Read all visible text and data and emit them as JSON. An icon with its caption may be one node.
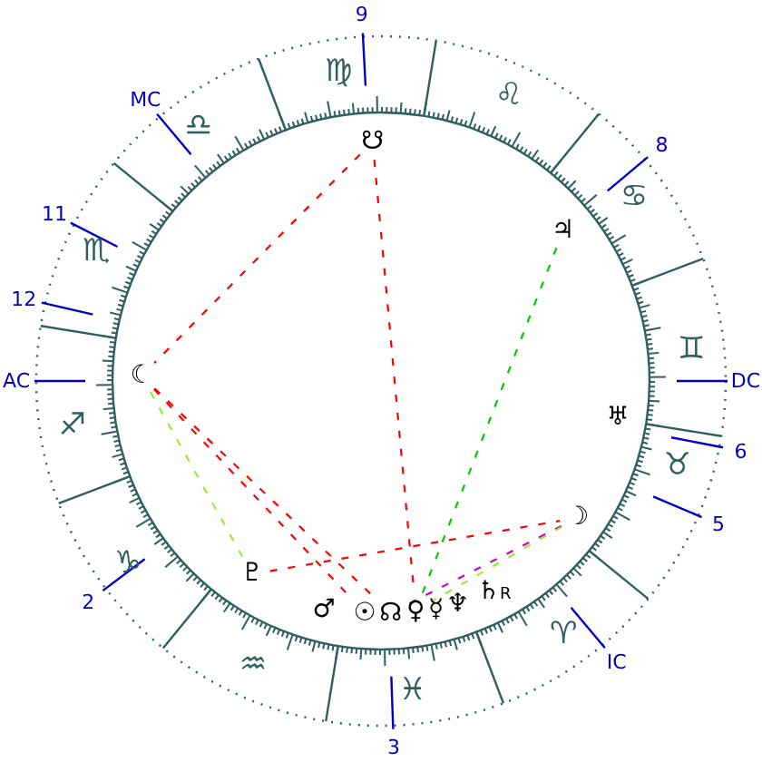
{
  "diagram": {
    "nodes": [
      {
        "text": [
          "☋"
        ]
      },
      {
        "text": [
          "♃"
        ]
      },
      {
        "text": [
          "☾"
        ]
      },
      {
        "text": [
          "♅"
        ]
      },
      {
        "text": [
          "☽"
        ]
      },
      {
        "text": [
          "♇"
        ]
      },
      {
        "text": [
          "♄"
        ],
        "beside": [
          "R"
        ]
      },
      {
        "text": [
          "♂"
        ]
      },
      {
        "text": [
          "☉"
        ]
      },
      {
        "text": [
          "☊"
        ]
      },
      {
        "text": [
          "♀"
        ]
      },
      {
        "text": [
          "☿"
        ]
      },
      {
        "text": [
          "♆"
        ]
      }
    ],
    "edges": [
      {
        "from": 0,
        "to": 2,
        "arrow": "none",
        "style": "dashed"
      },
      {
        "from": 0,
        "to": 10,
        "arrow": "none",
        "style": "dashed"
      },
      {
        "from": 2,
        "to": 8,
        "arrow": "none",
        "style": "dashed"
      },
      {
        "from": 2,
        "to": 9,
        "arrow": "none",
        "style": "dashed"
      },
      {
        "from": 1,
        "to": 10,
        "arrow": "none",
        "style": "dashed",
        "color": "#00cc00"
      },
      {
        "from": 2,
        "to": 5,
        "arrow": "none",
        "style": "dashed",
        "color": "#99ee33"
      },
      {
        "from": 5,
        "to": 4,
        "arrow": "none",
        "style": "dashed"
      },
      {
        "from": 4,
        "to": 9,
        "arrow": "none",
        "style": "dashed",
        "color": "#cc00cc"
      },
      {
        "from": 4,
        "to": 10,
        "arrow": "none",
        "style": "dashed",
        "color": "#99ee33"
      }
    ],
    "labels": [
      "9",
      "♍",
      "♌",
      "MC",
      "♎",
      "8",
      "♋",
      "11",
      "♏",
      "12",
      "♊",
      "AC",
      "DC",
      "♐",
      "6",
      "♉",
      "5",
      "♑",
      "2",
      "♈",
      "IC",
      "♒",
      "♓",
      "3"
    ]
  }
}
